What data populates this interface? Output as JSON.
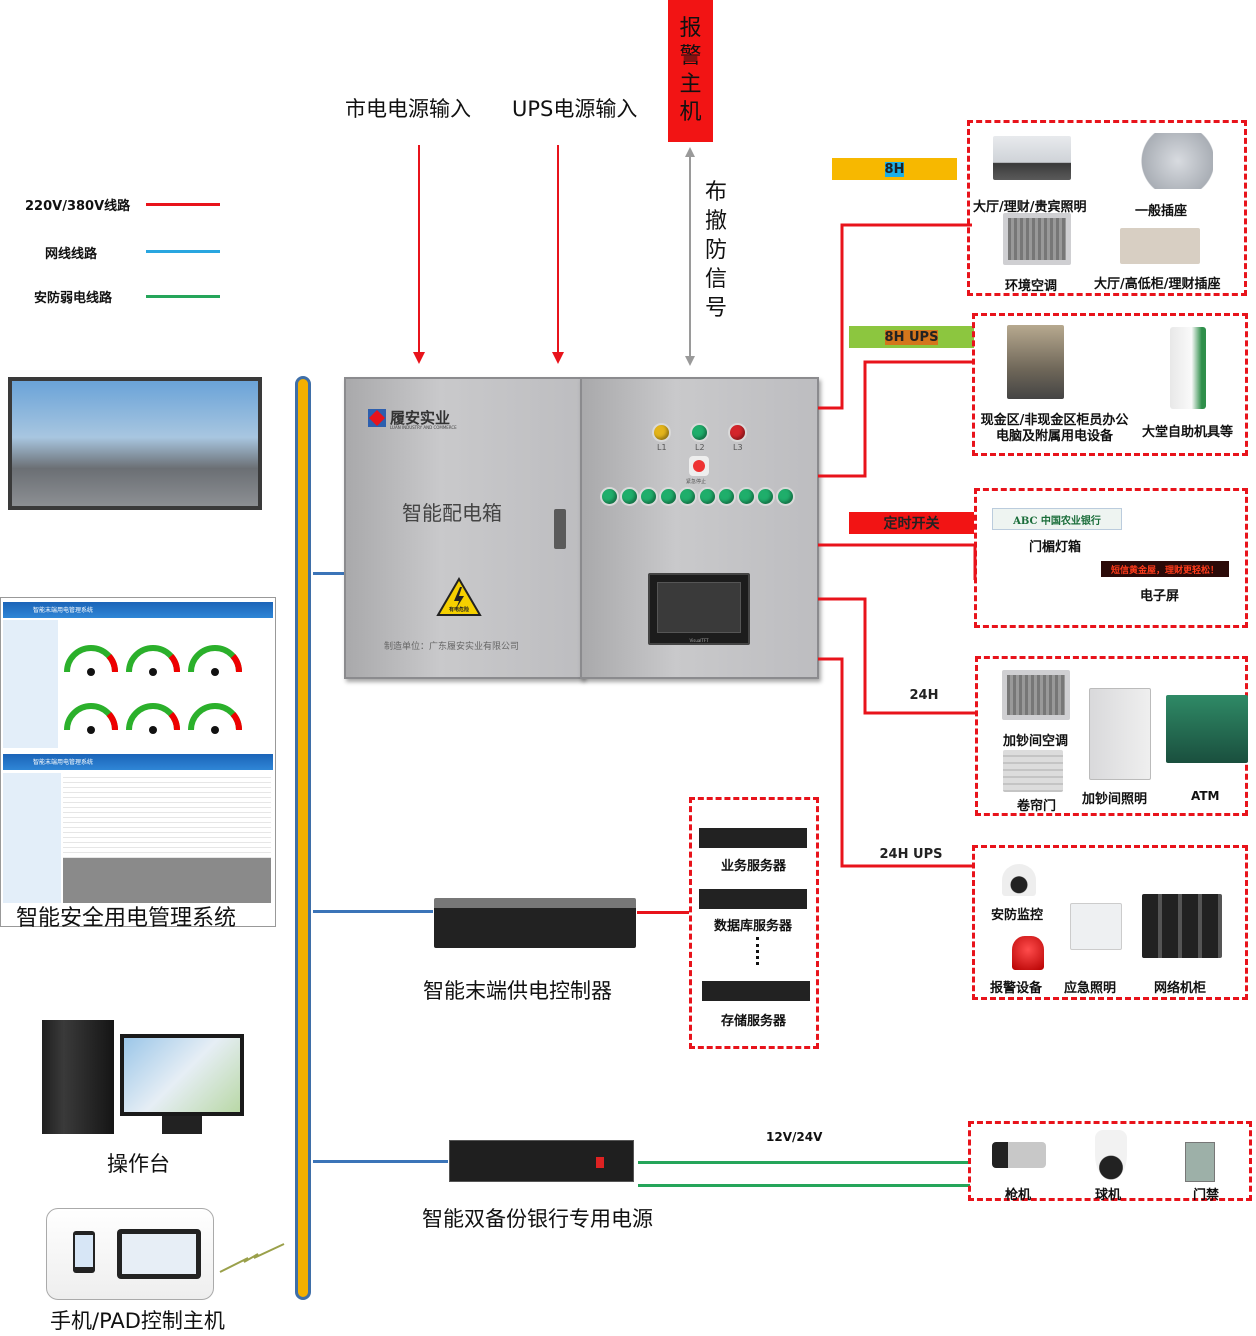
{
  "legend": {
    "items": [
      {
        "label": "220V/380V线路",
        "color": "#e8131b"
      },
      {
        "label": "网线线路",
        "color": "#29a6e0"
      },
      {
        "label": "安防弱电线路",
        "color": "#25a55a"
      }
    ]
  },
  "inputs": {
    "mains": "市电电源输入",
    "ups": "UPS电源输入",
    "alarm_host": [
      "报",
      "警",
      "主",
      "机"
    ],
    "arm_signal": [
      "布",
      "撤",
      "防",
      "信",
      "号"
    ]
  },
  "cabinet": {
    "brand": "履安实业",
    "brand_sub": "LUAN INDUSTRY AND COMMERCE",
    "title": "智能配电箱",
    "warning": "有电危险",
    "maker": "制造单位：广东履安实业有限公司",
    "phase_lamps": [
      {
        "label": "L1",
        "color": "yellow"
      },
      {
        "label": "L2",
        "color": "green"
      },
      {
        "label": "L3",
        "color": "red"
      }
    ],
    "stop_button_label": "紧急停止",
    "circuit_lamp_count": 10,
    "hmi_brand": "VisualTFT"
  },
  "branches": [
    {
      "tag": "8H",
      "tag_color": "#f7b800",
      "items": [
        "大厅/理财/贵宾照明",
        "一般插座",
        "环境空调",
        "大厅/高低柜/理财插座"
      ]
    },
    {
      "tag": "8H UPS",
      "tag_color": "#1ab0e8",
      "items": [
        "现金区/非现金区柜员办公电脑及附属用电设备",
        "大堂自助机具等"
      ]
    },
    {
      "tag": "定时开关",
      "tag_color": "#8cc63f",
      "items": [
        "门楣灯箱",
        "电子屏"
      ],
      "sign_text": "ABC 中国农业银行",
      "led_text": "短信黄金屋，理财更轻松！"
    },
    {
      "tag": "24H",
      "tag_color": "#d4761c",
      "items": [
        "加钞间空调",
        "卷帘门",
        "加钞间照明",
        "ATM"
      ]
    },
    {
      "tag": "24H UPS",
      "tag_color": "#f21414",
      "items": [
        "安防监控",
        "报警设备",
        "应急照明",
        "网络机柜"
      ]
    }
  ],
  "left_panel": {
    "system_title": "智能安全用电管理系统",
    "app_title": "智能末端用电管理系统",
    "console": "操作台",
    "mobile": "手机/PAD控制主机"
  },
  "controller": {
    "title": "智能末端供电控制器",
    "servers": [
      "业务服务器",
      "数据库服务器",
      "存储服务器"
    ]
  },
  "bank_power": {
    "title": "智能双备份银行专用电源",
    "voltage": "12V/24V",
    "devices": [
      "枪机",
      "球机",
      "门禁"
    ]
  }
}
